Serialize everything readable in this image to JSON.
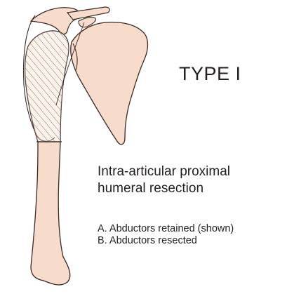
{
  "title": "TYPE I",
  "description": {
    "line1": "Intra-articular proximal",
    "line2": "humeral resection"
  },
  "options": [
    {
      "label": "A. Abductors retained (shown)"
    },
    {
      "label": "B. Abductors resected"
    }
  ],
  "colors": {
    "bone_fill": "#f7dccb",
    "outline": "#3a2a24",
    "hatch": "#6b4a3c",
    "text": "#231f20"
  }
}
